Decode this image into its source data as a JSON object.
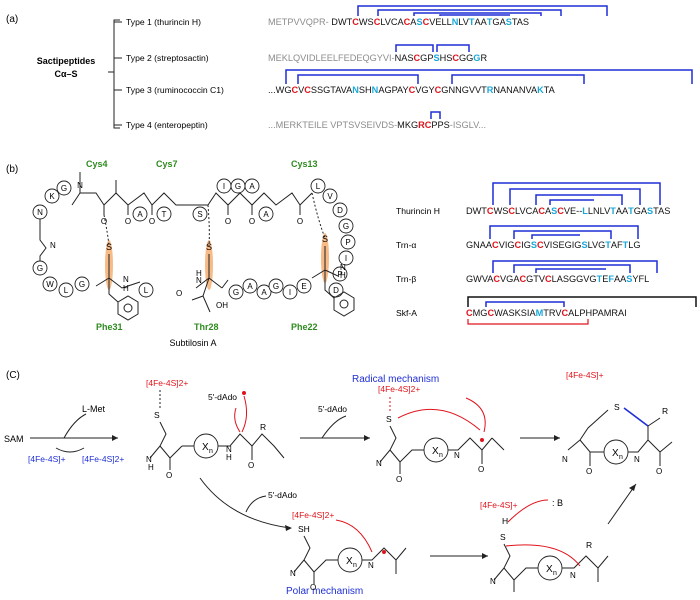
{
  "colors": {
    "red": "#e0141c",
    "blue": "#1f2fd6",
    "cyan": "#1aa7d8",
    "green": "#2e8b1f",
    "gray": "#8c8c8c",
    "orange": "#f4a460",
    "black": "#111111"
  },
  "panel_a": {
    "label": "(a)",
    "side_title_1": "Sactipeptides",
    "side_title_2": "Cα–S",
    "types": [
      {
        "name": "Type 1 (thurincin H)",
        "segments": [
          [
            "METPVVQPR-",
            "gray"
          ],
          [
            " DWT",
            "black"
          ],
          [
            "C",
            "red"
          ],
          [
            "WS",
            "black"
          ],
          [
            "C",
            "red"
          ],
          [
            "LVCA",
            "black"
          ],
          [
            "C",
            "red"
          ],
          [
            "A",
            "black"
          ],
          [
            "S",
            "cyan"
          ],
          [
            "C",
            "red"
          ],
          [
            "VELL",
            "black"
          ],
          [
            "N",
            "cyan"
          ],
          [
            "LV",
            "black"
          ],
          [
            "T",
            "cyan"
          ],
          [
            "AA",
            "black"
          ],
          [
            "T",
            "cyan"
          ],
          [
            "GA",
            "black"
          ],
          [
            "S",
            "cyan"
          ],
          [
            "TAS",
            "black"
          ]
        ]
      },
      {
        "name": "Type 2 (streptosactin)",
        "segments": [
          [
            "MEKLQVIDLEELFEDEQGYVI-",
            "gray"
          ],
          [
            "NAS",
            "black"
          ],
          [
            "C",
            "red"
          ],
          [
            "GP",
            "black"
          ],
          [
            "S",
            "cyan"
          ],
          [
            "HS",
            "black"
          ],
          [
            "C",
            "red"
          ],
          [
            "GG",
            "black"
          ],
          [
            "G",
            "cyan"
          ],
          [
            "R",
            "black"
          ]
        ]
      },
      {
        "name": "Type 3 (ruminococcin C1)",
        "segments": [
          [
            "...WG",
            "black"
          ],
          [
            "C",
            "red"
          ],
          [
            "V",
            "black"
          ],
          [
            "C",
            "red"
          ],
          [
            "SSGTAVA",
            "black"
          ],
          [
            "N",
            "cyan"
          ],
          [
            "SH",
            "black"
          ],
          [
            "N",
            "cyan"
          ],
          [
            "AGPAY",
            "black"
          ],
          [
            "C",
            "red"
          ],
          [
            "VGY",
            "black"
          ],
          [
            "C",
            "red"
          ],
          [
            "GNNGVVT",
            "black"
          ],
          [
            "R",
            "cyan"
          ],
          [
            "NANANVA",
            "black"
          ],
          [
            "K",
            "cyan"
          ],
          [
            "TA",
            "black"
          ]
        ]
      },
      {
        "name": "Type 4 (enteropeptin)",
        "segments": [
          [
            "...MERKTEILE VPTSVSEIVDS-",
            "gray"
          ],
          [
            "MKG",
            "black"
          ],
          [
            "R",
            "red"
          ],
          [
            "C",
            "red"
          ],
          [
            "PPS",
            "black"
          ],
          [
            "-ISGLV...",
            "gray"
          ]
        ]
      }
    ]
  },
  "panel_b": {
    "label": "(b)",
    "caption": "Subtilosin A",
    "cys_labels": [
      "Cys4",
      "Cys7",
      "Cys13"
    ],
    "green_labels": [
      "Phe31",
      "Thr28",
      "Phe22"
    ],
    "residues_top": [
      "K",
      "G",
      "A",
      "T",
      "S",
      "I",
      "G",
      "A",
      "A",
      "L",
      "V"
    ],
    "residues_right": [
      "D",
      "G",
      "P",
      "I",
      "P"
    ],
    "residues_left": [
      "N",
      "G",
      "W",
      "L",
      "G"
    ],
    "residues_bottom": [
      "L",
      "G",
      "A",
      "A",
      "G",
      "I",
      "E",
      "D"
    ],
    "mol_letters": {
      "S": "S",
      "N": "N",
      "H": "H",
      "O": "O",
      "OH": "OH"
    },
    "right_seqs": [
      {
        "name": "Thurincin H",
        "segments": [
          [
            "DWT",
            "black"
          ],
          [
            "C",
            "red"
          ],
          [
            "WS",
            "black"
          ],
          [
            "C",
            "red"
          ],
          [
            "LVCA",
            "black"
          ],
          [
            "C",
            "red"
          ],
          [
            "A",
            "black"
          ],
          [
            "S",
            "cyan"
          ],
          [
            "C",
            "red"
          ],
          [
            "VE",
            "black"
          ],
          [
            "--",
            "black"
          ],
          [
            "L",
            "cyan"
          ],
          [
            "LNLV",
            "black"
          ],
          [
            "T",
            "cyan"
          ],
          [
            "AA",
            "black"
          ],
          [
            "T",
            "cyan"
          ],
          [
            "GA",
            "black"
          ],
          [
            "S",
            "cyan"
          ],
          [
            "TAS",
            "black"
          ]
        ]
      },
      {
        "name": "Trn-α",
        "segments": [
          [
            "GNAA",
            "black"
          ],
          [
            "C",
            "red"
          ],
          [
            "VIG",
            "black"
          ],
          [
            "C",
            "red"
          ],
          [
            "IG",
            "black"
          ],
          [
            "S",
            "cyan"
          ],
          [
            "C",
            "red"
          ],
          [
            "VISEGIG",
            "black"
          ],
          [
            "S",
            "cyan"
          ],
          [
            "LVG",
            "black"
          ],
          [
            "T",
            "cyan"
          ],
          [
            "AF",
            "black"
          ],
          [
            "T",
            "cyan"
          ],
          [
            "LG",
            "black"
          ]
        ]
      },
      {
        "name": "Trn-β",
        "segments": [
          [
            "GWVA",
            "black"
          ],
          [
            "C",
            "red"
          ],
          [
            "VGA",
            "black"
          ],
          [
            "C",
            "red"
          ],
          [
            "GTV",
            "black"
          ],
          [
            "C",
            "red"
          ],
          [
            "LASGGVG",
            "black"
          ],
          [
            "T",
            "cyan"
          ],
          [
            "E",
            "black"
          ],
          [
            "F",
            "cyan"
          ],
          [
            "AA",
            "black"
          ],
          [
            "S",
            "cyan"
          ],
          [
            "YFL",
            "black"
          ]
        ]
      },
      {
        "name": "Skf-A",
        "segments": [
          [
            "C",
            "red"
          ],
          [
            "M",
            "black"
          ],
          [
            "G",
            "black"
          ],
          [
            "C",
            "red"
          ],
          [
            "WASKSIA",
            "black"
          ],
          [
            "M",
            "cyan"
          ],
          [
            "TRV",
            "black"
          ],
          [
            "C",
            "red"
          ],
          [
            "ALPHPAMRAI",
            "black"
          ]
        ]
      }
    ]
  },
  "panel_c": {
    "label": "(C)",
    "radical_title": "Radical mechanism",
    "polar_title": "Polar mechanism",
    "sam": "SAM",
    "lmet": "L-Met",
    "fes_plus": "[4Fe-4S]+",
    "fes_2plus": "[4Fe-4S]2+",
    "dado_radical": "5'-dAdo",
    "dado": "5'-dAdo",
    "xn": "X",
    "xn_sub": "n",
    "r": "R",
    "base": ": B",
    "s": "S",
    "sh": "SH",
    "nh": "H",
    "n": "N",
    "o": "O",
    "h": "H"
  }
}
